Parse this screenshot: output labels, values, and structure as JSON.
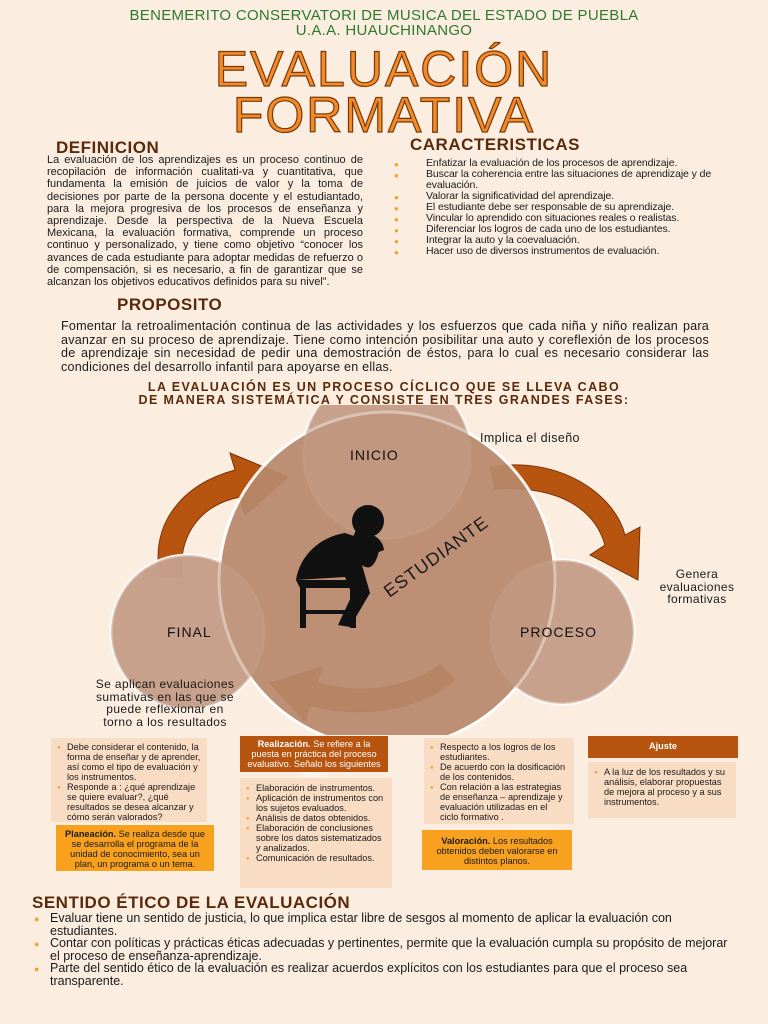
{
  "header": {
    "line1": "BENEMERITO CONSERVATORI DE MUSICA DEL ESTADO DE PUEBLA",
    "line2": "U.A.A. HUAUCHINANGO"
  },
  "title": {
    "line1": "EVALUACIÓN",
    "line2": "FORMATIVA"
  },
  "definicion": {
    "title": "DEFINICION",
    "text": "La evaluación de los aprendizajes es un proceso continuo de recopilación de información cualitati-va y cuantitativa, que fundamenta la emisión de juicios de valor y la toma de decisiones por parte de la persona docente y el estudiantado, para la mejora progresiva de los procesos de enseñanza y aprendizaje. Desde la perspectiva de la Nueva Escuela Mexicana, la evaluación formativa, comprende un proceso continuo y personalizado, y tiene como objetivo “conocer los avances de cada estudiante para adoptar medidas de refuerzo o de compensación, si es necesario, a fin de garantizar que se alcanzan los objetivos educativos definidos para su nivel”."
  },
  "caracteristicas": {
    "title": "CARACTERISTICAS",
    "items": [
      "Enfatizar la evaluación de los procesos de aprendizaje.",
      "Buscar la coherencia entre las situaciones de aprendizaje y de evaluación.",
      "Valorar la significatividad del aprendizaje.",
      "El estudiante debe ser responsable de su aprendizaje.",
      "Vincular lo aprendido con situaciones reales o realistas.",
      "Diferenciar los logros de cada uno de los estudiantes.",
      "Integrar la auto y la coevaluación.",
      "Hacer uso de diversos instrumentos de evaluación."
    ]
  },
  "proposito": {
    "title": "PROPOSITO",
    "text": "Fomentar la retroalimentación continua de las actividades y los esfuerzos que cada niña y niño realizan para avanzar en su proceso de aprendizaje. Tiene como intención posibilitar una auto y coreflexión de los procesos de aprendizaje sin necesidad de pedir una demostración de éstos, para lo cual es necesario considerar las condiciones del desarrollo infantil para apoyarse en ellas."
  },
  "ciclo": {
    "title_line1": "LA EVALUACIÓN ES UN PROCESO CÍCLICO QUE SE LLEVA CABO",
    "title_line2": "DE MANERA SISTEMÁTICA Y CONSISTE EN TRES GRANDES FASES:",
    "inicio": "INICIO",
    "proceso": "PROCESO",
    "final": "FINAL",
    "estudiante": "ESTUDIANTE",
    "note_inicio": "Implica el diseño",
    "note_proceso": [
      "Genera",
      "evaluaciones",
      "formativas"
    ],
    "note_final": [
      "Se aplican evaluaciones",
      "sumativas en las que se",
      "puede reflexionar en",
      "torno a los resultados"
    ]
  },
  "boxes": {
    "inicio_items": [
      "Debe considerar el contenido, la forma de enseñar y de aprender, así como el tipo de evaluación y los instrumentos.",
      "Responde a : ¿qué aprendizaje se quiere evaluar?, ¿qué resultados se desea alcanzar y cómo serán valorados?"
    ],
    "planeacion_label": "Planeación.",
    "planeacion_text": " Se realiza desde que se desarrolla el programa de la unidad de conocimiento, sea un plan, un programa o un tema.",
    "realizacion_label": "Realización.",
    "realizacion_text": " Se refiere a la puesta en práctica del proceso evaluativo. Señalo los siguientes pasos:",
    "realizacion_items": [
      "Elaboración de instrumentos.",
      "Aplicación de instrumentos con los sujetos evaluados.",
      "Análisis de datos obtenidos.",
      "Elaboración de conclusiones sobre los datos sistematizados y analizados.",
      "Comunicación de resultados."
    ],
    "valoracion_items": [
      "Respecto a los logros de los estudiantes.",
      "De acuerdo con la dosificación de los contenidos.",
      "Con relación a las estrategias de enseñanza – aprendizaje y evaluación utilizadas en el ciclo formativo ."
    ],
    "valoracion_label": "Valoración.",
    "valoracion_text": " Los resultados obtenidos deben valorarse en distintos planos.",
    "ajuste_label": "Ajuste",
    "ajuste_items": [
      "A la luz de los resultados y su análisis, elaborar propuestas de mejora al proceso y a sus instrumentos."
    ]
  },
  "etico": {
    "title": "SENTIDO ÉTICO DE LA EVALUACIÓN",
    "items": [
      "Evaluar tiene un sentido de justicia, lo que implica estar libre de sesgos al momento de aplicar la evaluación con estudiantes.",
      "Contar con políticas y prácticas éticas adecuadas y pertinentes, permite que la evaluación cumpla su propósito de mejorar el proceso de enseñanza-aprendizaje.",
      "Parte del sentido ético de la evaluación es realizar acuerdos explícitos con los estudiantes para que el proceso sea transparente."
    ]
  },
  "colors": {
    "background": "#fbeee1",
    "header_green": "#2d7a2d",
    "title_orange": "#f28a2a",
    "section_brown": "#5a2a0a",
    "arrow_brown": "#b65410",
    "circle_fill": "#c7a08a",
    "box_light": "#f9dcc4",
    "box_orange": "#f7a11e"
  },
  "icons": [
    "student-thinking-icon",
    "cycle-arrow-icon",
    "bullet-icon"
  ]
}
